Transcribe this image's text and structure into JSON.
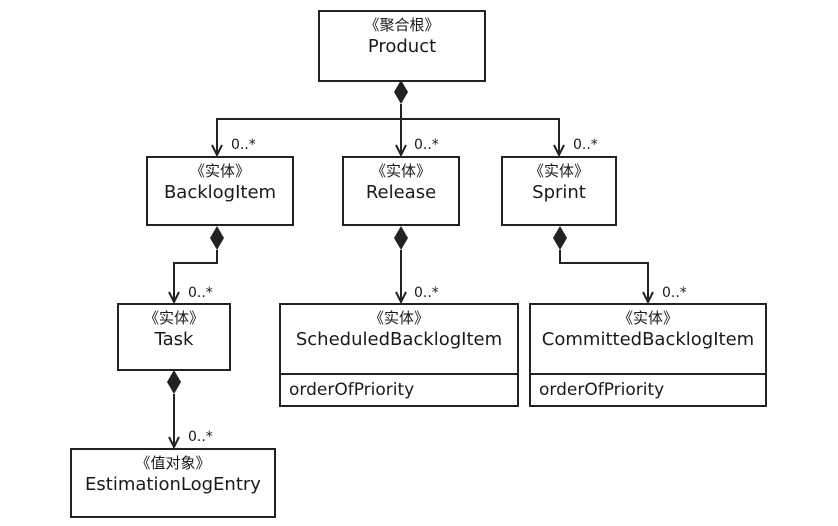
{
  "product": {
    "stereotype": "《聚合根》",
    "name": "Product"
  },
  "backlog_item": {
    "stereotype": "《实体》",
    "name": "BacklogItem"
  },
  "release": {
    "stereotype": "《实体》",
    "name": "Release"
  },
  "sprint": {
    "stereotype": "《实体》",
    "name": "Sprint"
  },
  "task": {
    "stereotype": "《实体》",
    "name": "Task"
  },
  "scheduled_backlog_item": {
    "stereotype": "《实体》",
    "name": "ScheduledBacklogItem",
    "attribute": "orderOfPriority"
  },
  "committed_backlog_item": {
    "stereotype": "《实体》",
    "name": "CommittedBacklogItem",
    "attribute": "orderOfPriority"
  },
  "estimation_log_entry": {
    "stereotype": "《值对象》",
    "name": "EstimationLogEntry"
  },
  "multiplicity": "0..*"
}
